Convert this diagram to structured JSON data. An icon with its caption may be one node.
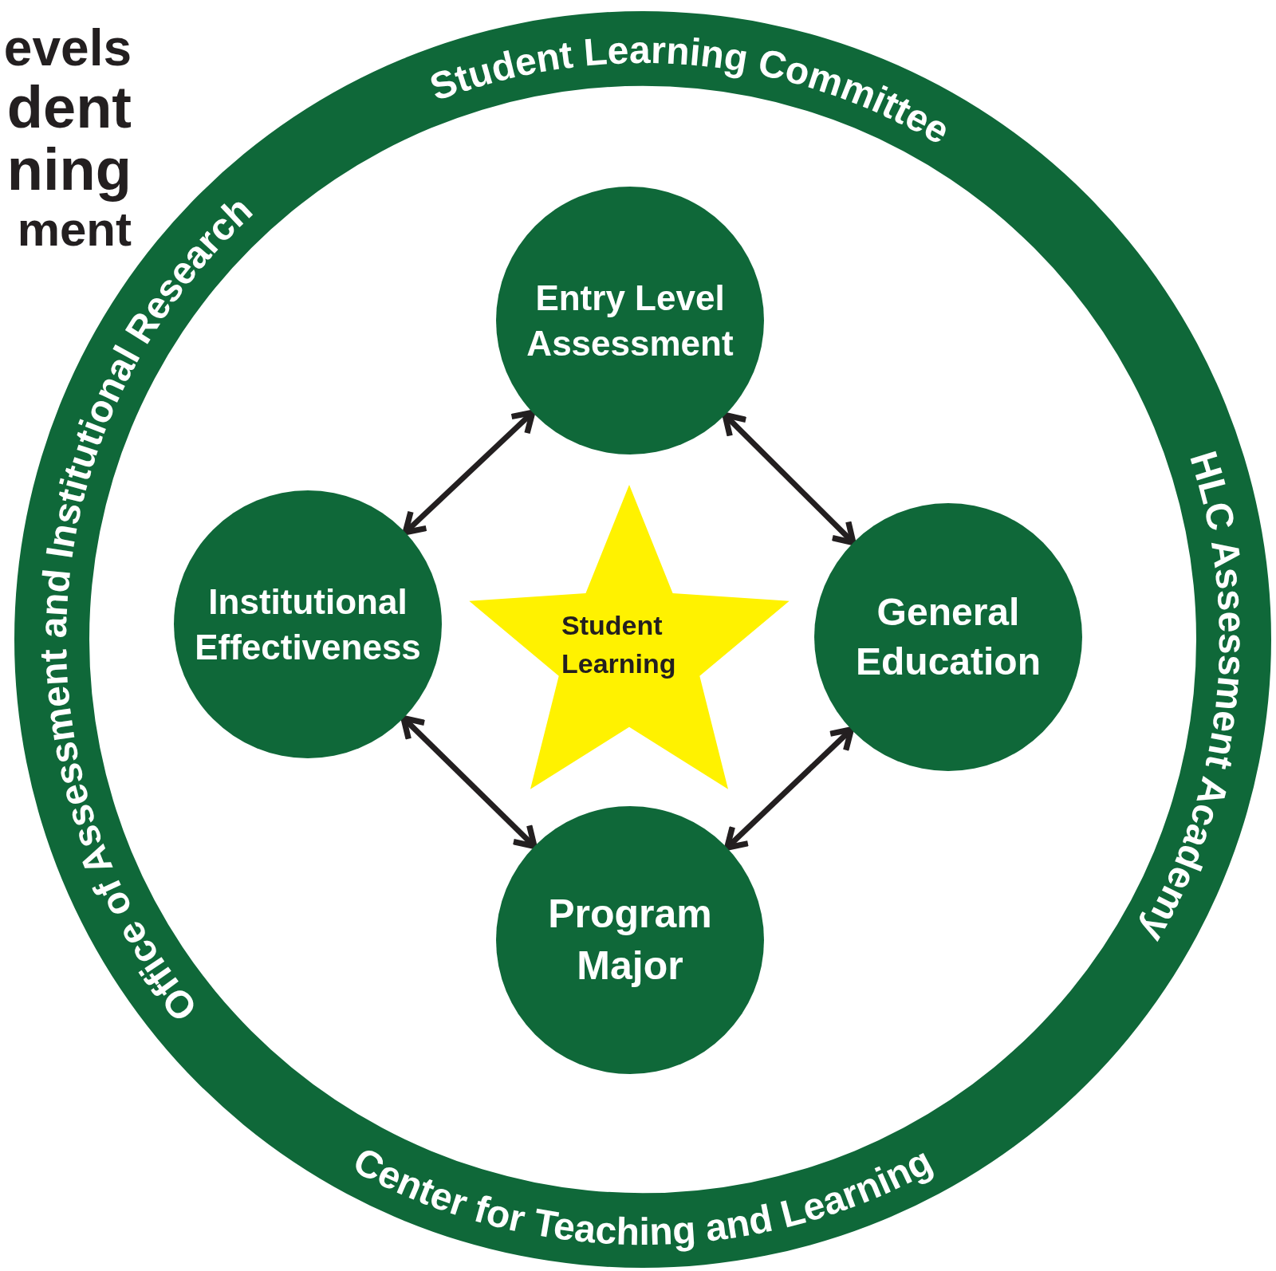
{
  "diagram": {
    "nodes": [
      {
        "text": [
          "Student Learning Committee",
          "HLC Assessment Academy",
          "Center for Teaching and Learning",
          "Office of Assessment and Institutional Research"
        ]
      },
      {
        "text": [
          "Entry Level Assessment"
        ],
        "in": 0
      },
      {
        "text": [
          "Institutional Effectiveness"
        ],
        "in": 0
      },
      {
        "text": [
          "General Education"
        ],
        "in": 0
      },
      {
        "text": [
          "Program Major"
        ],
        "in": 0
      },
      {
        "text": [
          "Student Learning"
        ],
        "in": 0
      }
    ],
    "edges": [
      {
        "from": 1,
        "to": 2,
        "arrow": "both"
      },
      {
        "from": 1,
        "to": 3,
        "arrow": "both"
      },
      {
        "from": 3,
        "to": 4,
        "arrow": "both"
      },
      {
        "from": 4,
        "to": 2,
        "arrow": "both"
      }
    ],
    "labels": [
      "evels",
      "dent",
      "ning",
      "ment"
    ]
  }
}
